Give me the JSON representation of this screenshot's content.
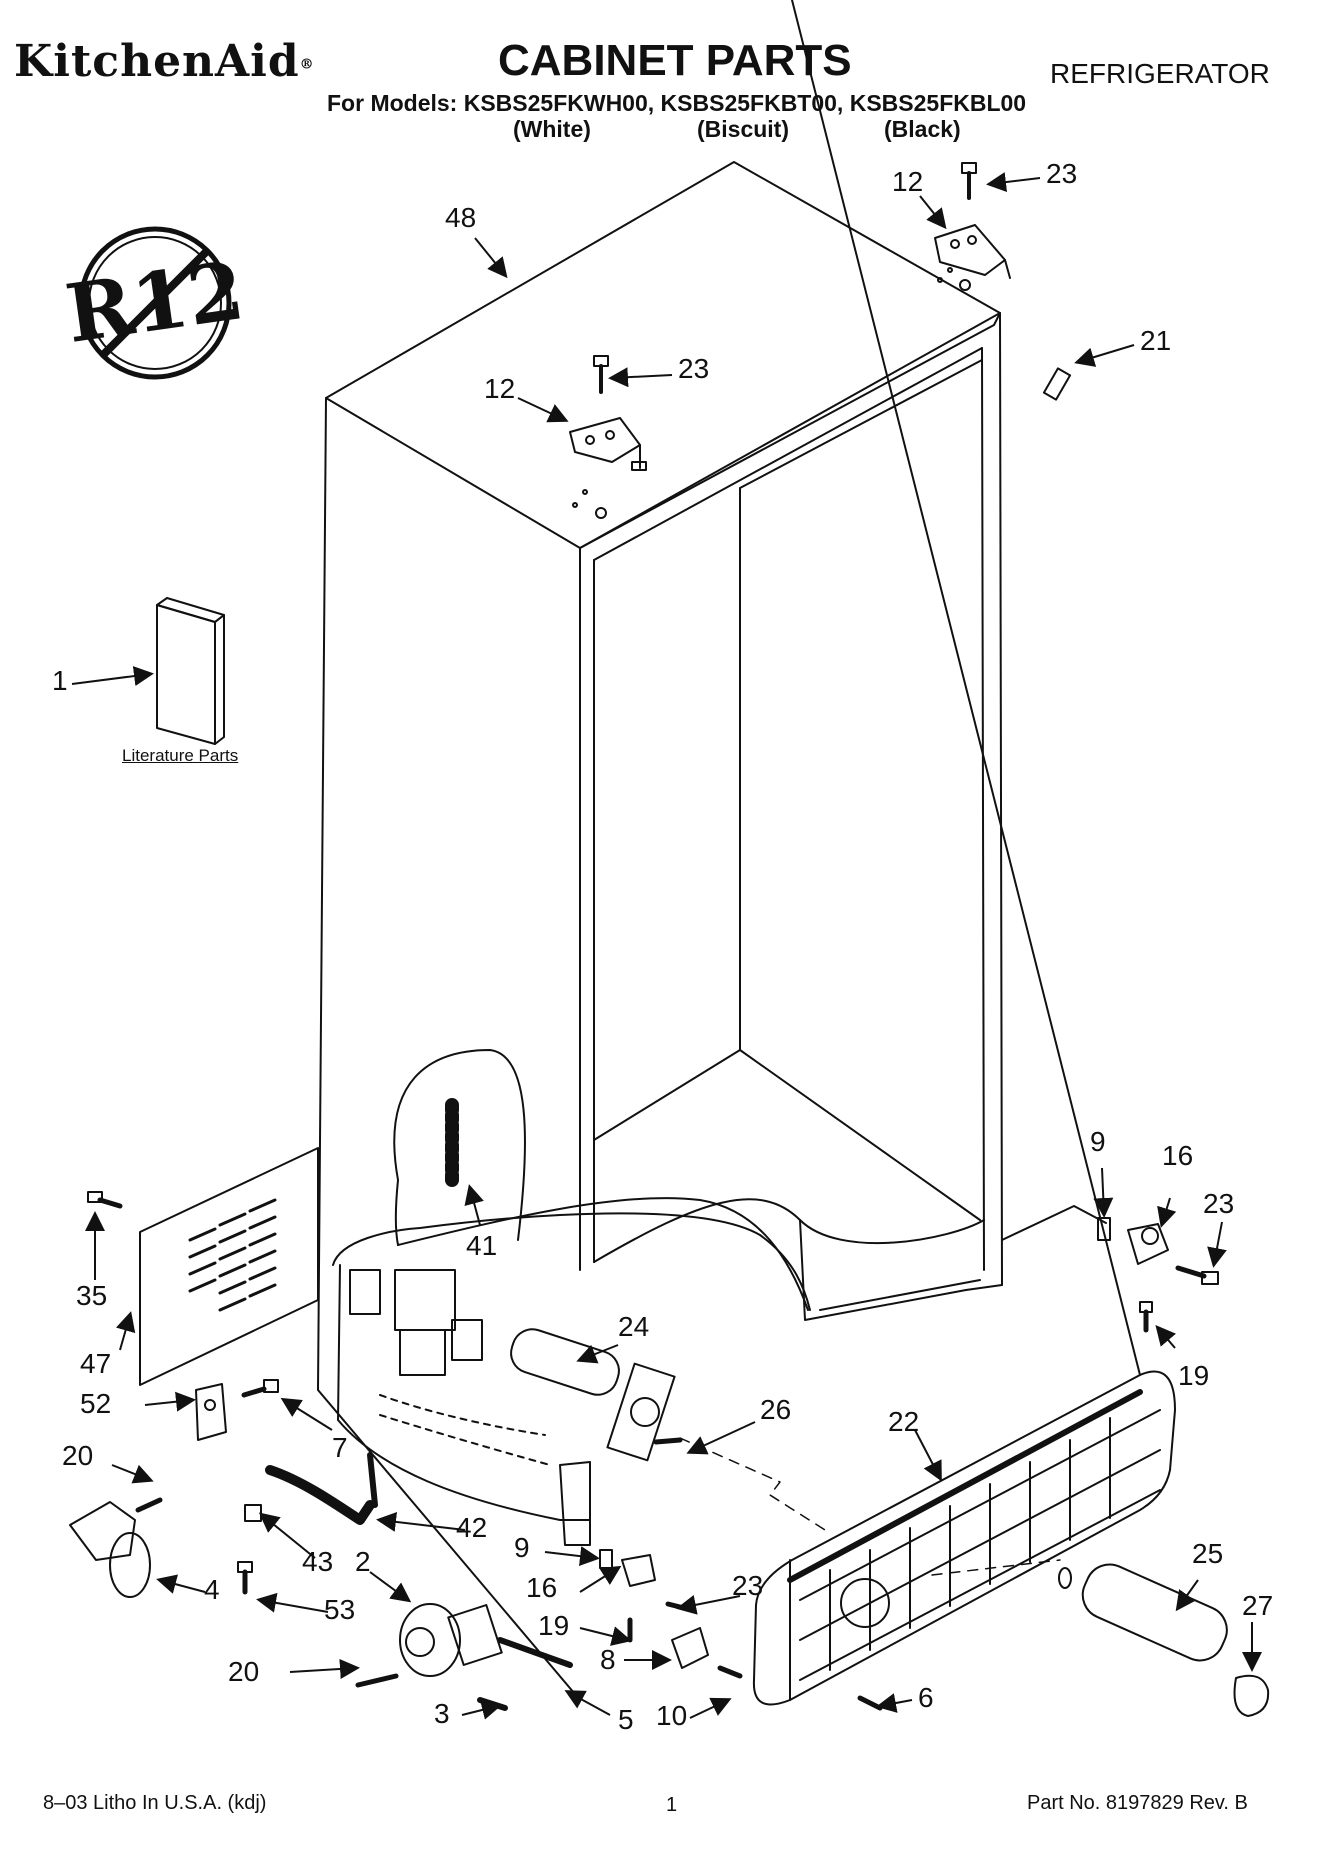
{
  "header": {
    "brand": "KitchenAid",
    "brand_mark": "®",
    "title": "CABINET PARTS",
    "appliance": "REFRIGERATOR",
    "models_line": "For Models: KSBS25FKWH00, KSBS25FKBT00, KSBS25FKBL00",
    "variants": [
      "(White)",
      "(Biscuit)",
      "(Black)"
    ]
  },
  "badge": {
    "text": "R12",
    "icon": "no-r12-icon"
  },
  "literature_label": "Literature Parts",
  "callouts": [
    {
      "id": "c48a",
      "text": "48"
    },
    {
      "id": "c12a",
      "text": "12"
    },
    {
      "id": "c23a",
      "text": "23"
    },
    {
      "id": "c21",
      "text": "21"
    },
    {
      "id": "c12b",
      "text": "12"
    },
    {
      "id": "c23b",
      "text": "23"
    },
    {
      "id": "c1",
      "text": "1"
    },
    {
      "id": "c9a",
      "text": "9"
    },
    {
      "id": "c16a",
      "text": "16"
    },
    {
      "id": "c23c",
      "text": "23"
    },
    {
      "id": "c41",
      "text": "41"
    },
    {
      "id": "c35",
      "text": "35"
    },
    {
      "id": "c47",
      "text": "47"
    },
    {
      "id": "c24",
      "text": "24"
    },
    {
      "id": "c19a",
      "text": "19"
    },
    {
      "id": "c52",
      "text": "52"
    },
    {
      "id": "c7",
      "text": "7"
    },
    {
      "id": "c26",
      "text": "26"
    },
    {
      "id": "c22",
      "text": "22"
    },
    {
      "id": "c20a",
      "text": "20"
    },
    {
      "id": "c42",
      "text": "42"
    },
    {
      "id": "c9b",
      "text": "9"
    },
    {
      "id": "c43",
      "text": "43"
    },
    {
      "id": "c2",
      "text": "2"
    },
    {
      "id": "c16b",
      "text": "16"
    },
    {
      "id": "c23d",
      "text": "23"
    },
    {
      "id": "c25",
      "text": "25"
    },
    {
      "id": "c4",
      "text": "4"
    },
    {
      "id": "c53",
      "text": "53"
    },
    {
      "id": "c19b",
      "text": "19"
    },
    {
      "id": "c27",
      "text": "27"
    },
    {
      "id": "c8",
      "text": "8"
    },
    {
      "id": "c20b",
      "text": "20"
    },
    {
      "id": "c6",
      "text": "6"
    },
    {
      "id": "c3",
      "text": "3"
    },
    {
      "id": "c5",
      "text": "5"
    },
    {
      "id": "c10",
      "text": "10"
    }
  ],
  "footer": {
    "left": "8–03 Litho In U.S.A. (kdj)",
    "center": "1",
    "right": "Part No. 8197829 Rev. B"
  }
}
